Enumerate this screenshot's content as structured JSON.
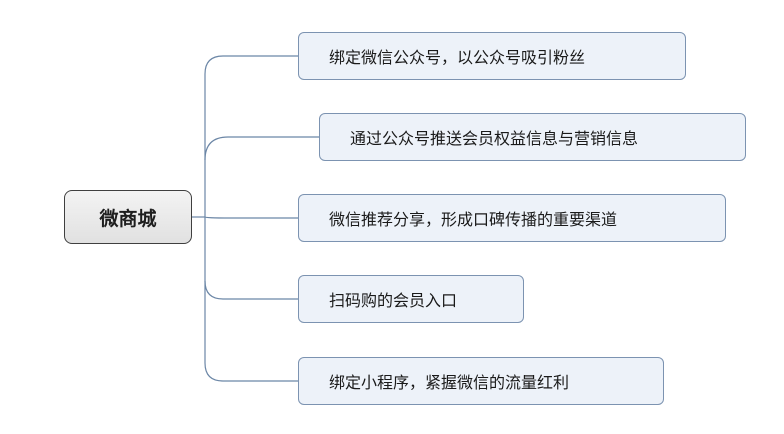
{
  "root": {
    "label": "微商城"
  },
  "branches": [
    {
      "label": "绑定微信公众号，以公众号吸引粉丝"
    },
    {
      "label": "通过公众号推送会员权益信息与营销信息"
    },
    {
      "label": "微信推荐分享，形成口碑传播的重要渠道"
    },
    {
      "label": "扫码购的会员入口"
    },
    {
      "label": "绑定小程序，紧握微信的流量红利"
    }
  ],
  "colors": {
    "connector": "#6b86a6",
    "branch_fill": "#edf2f9",
    "branch_border": "#7c93b1",
    "root_border": "#3f3f3f"
  }
}
